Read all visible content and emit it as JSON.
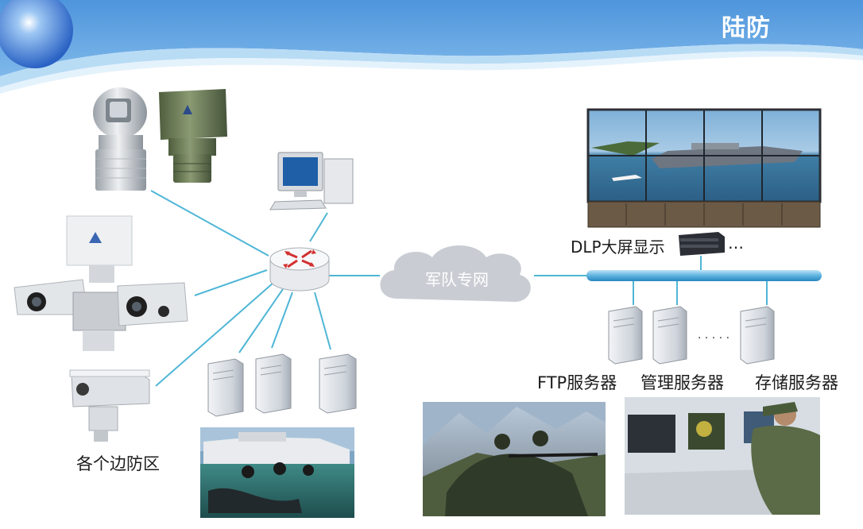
{
  "header": {
    "title": "陆防",
    "colors": {
      "banner_dark": "#4a90d9",
      "banner_light": "#b9dcf5",
      "orb": "#2f6fd0"
    }
  },
  "network": {
    "cloud_label": "军队专网",
    "cloud_color": "#c9cdd3",
    "line_color": "#4fb6d6",
    "bus_color": "#5cb3df"
  },
  "labels": {
    "dlp": "DLP大屏显示",
    "dlp_ellipsis": "…",
    "server_ellipsis": "· · · · ·",
    "ftp": "FTP服务器",
    "mgmt": "管理服务器",
    "storage": "存储服务器",
    "border_zones": "各个边防区"
  },
  "icons": [
    "ptz-camera-icon",
    "radar-unit-icon",
    "dual-sensor-turret-icon",
    "long-range-camera-icon",
    "desktop-computer-icon",
    "router-icon",
    "server-icon",
    "video-wall-icon",
    "rack-device-icon"
  ]
}
